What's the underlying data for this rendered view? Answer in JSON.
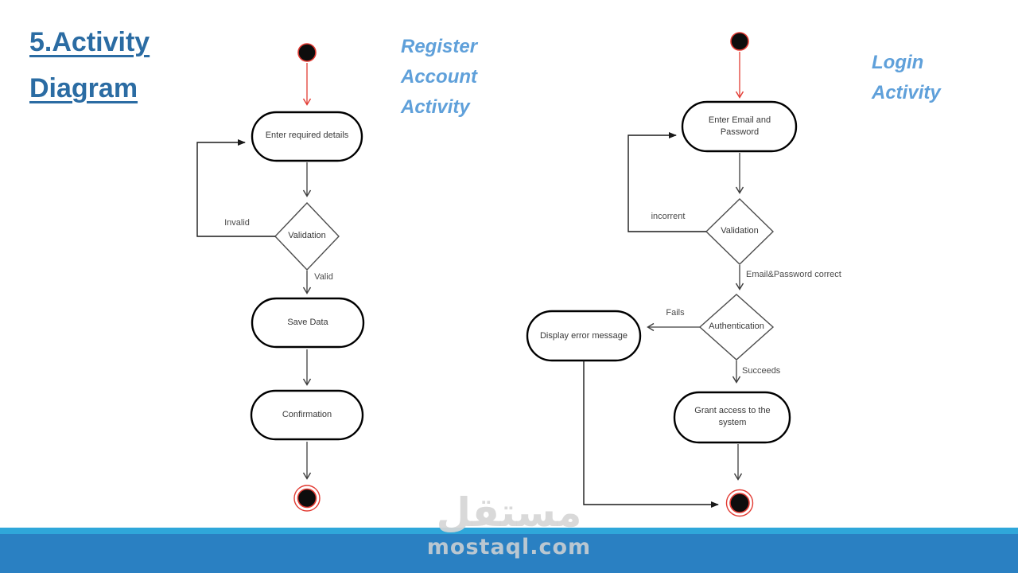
{
  "title": [
    "5.Activity",
    "Diagram"
  ],
  "register": {
    "heading": [
      "Register",
      "Account",
      "Activity"
    ],
    "action_enter": "Enter required details",
    "decision_validation": "Validation",
    "edge_invalid": "Invalid",
    "edge_valid": "Valid",
    "action_save": "Save Data",
    "action_confirm": "Confirmation"
  },
  "login": {
    "heading": [
      "Login",
      "Activity"
    ],
    "action_enter": "Enter Email and Password",
    "decision_validation": "Validation",
    "edge_incorrect": "incorrent",
    "edge_correct": "Email&Password correct",
    "decision_auth": "Authentication",
    "edge_fails": "Fails",
    "edge_succeeds": "Succeeds",
    "action_error": "Display error message",
    "action_grant": "Grant access to the system"
  },
  "watermark": {
    "arabic": "مستقل",
    "domain": "mostaql.com"
  },
  "colors": {
    "title_blue": "#2B6CA3",
    "subtitle_blue": "#5FA0DA",
    "start_end_red": "#E23B33",
    "node_stroke": "#000000",
    "arrow_gray": "#4d4d4d",
    "bar_light_blue": "#2FA7DA",
    "bar_dark_blue": "#2A80C2"
  }
}
